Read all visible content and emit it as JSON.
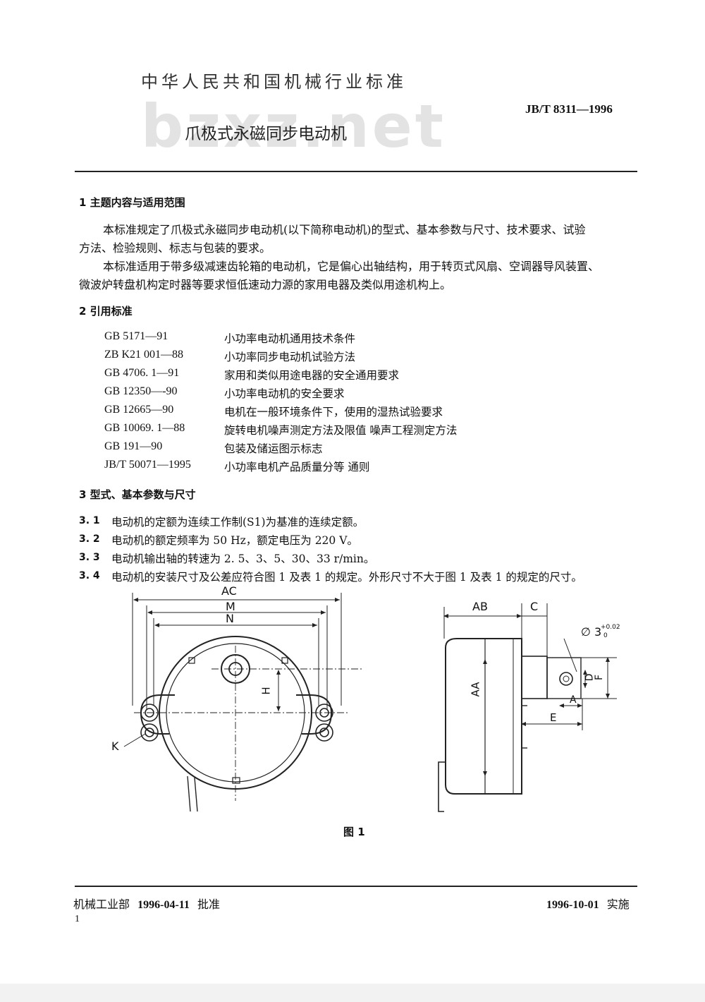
{
  "header": {
    "standard_org": "中华人民共和国机械行业标准",
    "standard_number": "JB/T 8311—1996",
    "doc_title": "爪极式永磁同步电动机",
    "watermark": "bzxz.net"
  },
  "section1": {
    "title": "1   主题内容与适用范围",
    "p1_line1": "本标准规定了爪极式永磁同步电动机(以下简称电动机)的型式、基本参数与尺寸、技术要求、试验",
    "p1_line2": "方法、检验规则、标志与包装的要求。",
    "p2_line1": "本标准适用于带多级减速齿轮箱的电动机，它是偏心出轴结构，用于转页式风扇、空调器导风装置、",
    "p2_line2": "微波炉转盘机构定时器等要求恒低速动力源的家用电器及类似用途机构上。"
  },
  "section2": {
    "title": "2   引用标准",
    "refs": [
      {
        "code": "GB 5171—91",
        "title": "小功率电动机通用技术条件"
      },
      {
        "code": "ZB K21 001—88",
        "title": "小功率同步电动机试验方法"
      },
      {
        "code": "GB 4706. 1—91",
        "title": "家用和类似用途电器的安全通用要求"
      },
      {
        "code": "GB 12350—-90",
        "title": "小功率电动机的安全要求"
      },
      {
        "code": "GB 12665—90",
        "title": "电机在一般环境条件下，使用的湿热试验要求"
      },
      {
        "code": "GB 10069. 1—88",
        "title": "旋转电机噪声测定方法及限值   噪声工程测定方法"
      },
      {
        "code": "GB 191—90",
        "title": "包装及储运图示标志"
      },
      {
        "code": "JB/T 50071—1995",
        "title": "小功率电机产品质量分等   通则"
      }
    ]
  },
  "section3": {
    "title": "3   型式、基本参数与尺寸",
    "clauses": [
      {
        "num": "3. 1",
        "text": "电动机的定额为连续工作制(S1)为基准的连续定额。"
      },
      {
        "num": "3. 2",
        "text": "电动机的额定频率为 50 Hz，额定电压为 220 V。"
      },
      {
        "num": "3. 3",
        "text": "电动机输出轴的转速为 2. 5、3、5、30、33 r/min。"
      },
      {
        "num": "3. 4",
        "text": "电动机的安装尺寸及公差应符合图 1 及表 1 的规定。外形尺寸不大于图 1 及表 1 的规定的尺寸。"
      }
    ]
  },
  "figure": {
    "caption": "图 1",
    "labels": {
      "AC": "AC",
      "M": "M",
      "N": "N",
      "H": "H",
      "K": "K",
      "AB": "AB",
      "C": "C",
      "AA": "AA",
      "D": "D",
      "F": "F",
      "A": "A",
      "E": "E",
      "shaft_dia": "∅ 3",
      "tolerance": "+0.02",
      "tolerance_low": "0"
    }
  },
  "footer": {
    "approver": "机械工业部",
    "approve_date": "1996-04-11",
    "approve_word": "批准",
    "impl_date": "1996-10-01",
    "impl_word": "实施",
    "page_num": "1"
  }
}
